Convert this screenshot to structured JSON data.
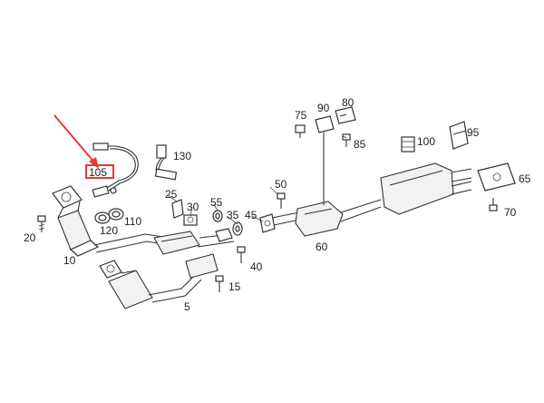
{
  "callouts": [
    {
      "id": "5",
      "text": "5"
    },
    {
      "id": "10",
      "text": "10"
    },
    {
      "id": "15",
      "text": "15"
    },
    {
      "id": "20",
      "text": "20"
    },
    {
      "id": "25",
      "text": "25"
    },
    {
      "id": "30",
      "text": "30"
    },
    {
      "id": "35",
      "text": "35"
    },
    {
      "id": "40",
      "text": "40"
    },
    {
      "id": "45",
      "text": "45"
    },
    {
      "id": "50",
      "text": "50"
    },
    {
      "id": "55",
      "text": "55"
    },
    {
      "id": "60",
      "text": "60"
    },
    {
      "id": "65",
      "text": "65"
    },
    {
      "id": "70",
      "text": "70"
    },
    {
      "id": "75",
      "text": "75"
    },
    {
      "id": "80",
      "text": "80"
    },
    {
      "id": "85",
      "text": "85"
    },
    {
      "id": "90",
      "text": "90"
    },
    {
      "id": "95",
      "text": "95"
    },
    {
      "id": "100",
      "text": "100"
    },
    {
      "id": "105",
      "text": "105"
    },
    {
      "id": "110",
      "text": "110"
    },
    {
      "id": "120",
      "text": "120"
    },
    {
      "id": "130",
      "text": "130"
    }
  ],
  "highlight": {
    "callout": "105",
    "color": "#e53935"
  }
}
